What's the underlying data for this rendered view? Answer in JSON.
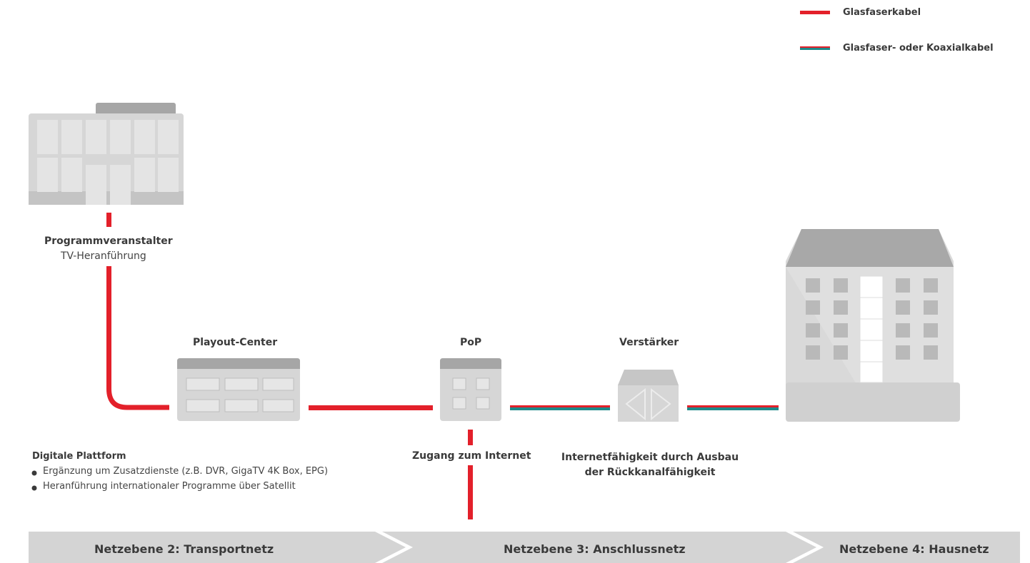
{
  "legend": {
    "items": [
      {
        "label": "Glasfaserkabel",
        "kind": "fiber"
      },
      {
        "label": "Glasfaser- oder Koaxialkabel",
        "kind": "mixed"
      }
    ]
  },
  "nodes": {
    "broadcaster": {
      "title": "Programmveranstalter",
      "subtitle": "TV-Heranführung"
    },
    "playout": {
      "title": "Playout-Center"
    },
    "pop": {
      "title": "PoP",
      "sublabel": "Zugang zum Internet"
    },
    "amplifier": {
      "title": "Verstärker",
      "note_line1": "Internetfähigkeit durch Ausbau",
      "note_line2": "der Rückkanalfähigkeit"
    }
  },
  "platform": {
    "title": "Digitale Plattform",
    "bullets": [
      "Ergänzung um Zusatzdienste (z.B. DVR, GigaTV 4K Box, EPG)",
      "Heranführung internationaler Programme über Satellit"
    ]
  },
  "levels": [
    {
      "label": "Netzebene 2: Transportnetz"
    },
    {
      "label": "Netzebene 3: Anschlussnetz"
    },
    {
      "label": "Netzebene 4: Hausnetz"
    }
  ],
  "colors": {
    "fiber": "#e3202a",
    "coax": "#1e8a8a",
    "building_light": "#d9d9d9",
    "building_dark": "#a6a6a6",
    "band": "#d4d4d4"
  }
}
